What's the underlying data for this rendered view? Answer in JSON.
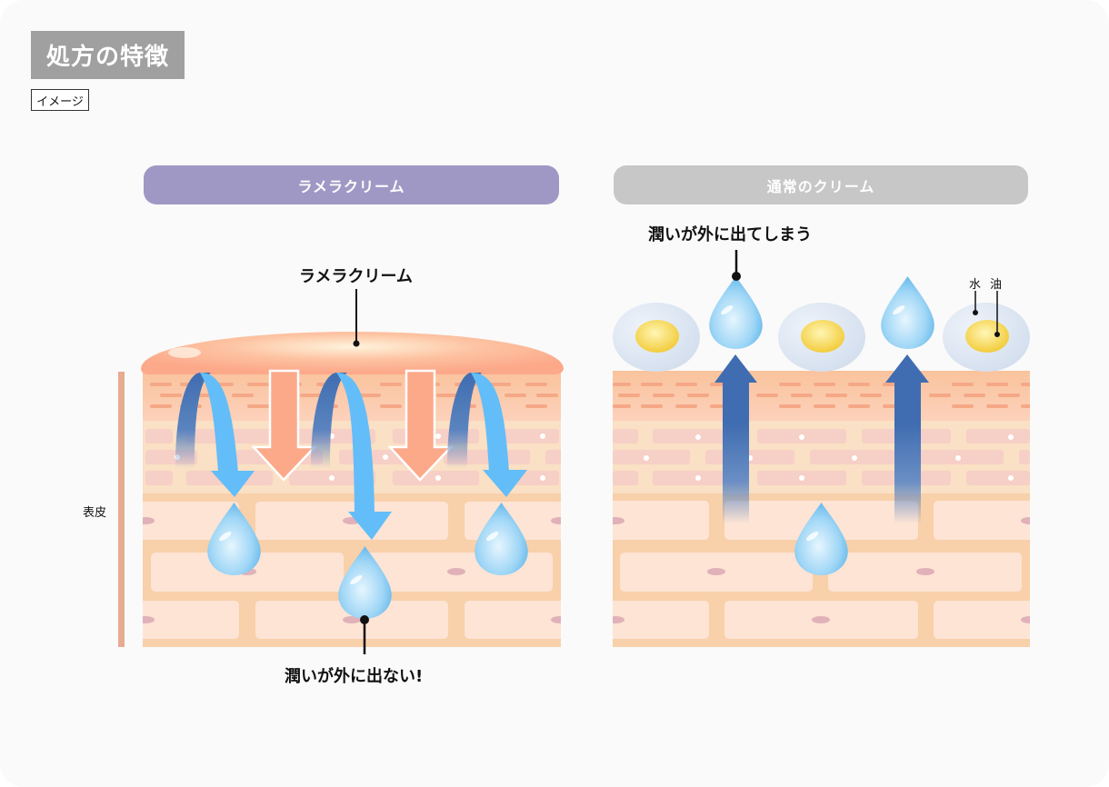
{
  "header": {
    "title": "処方の特徴",
    "image_tag": "イメージ"
  },
  "panels": {
    "lamellar": {
      "heading": "ラメラクリーム",
      "cream_label": "ラメラクリーム",
      "result_label": "潤いが外に出ない!",
      "heading_color": "#a098c4"
    },
    "normal": {
      "heading": "通常のクリーム",
      "result_label": "潤いが外に出てしまう",
      "water_label": "水",
      "oil_label": "油",
      "heading_color": "#c7c7c7"
    }
  },
  "side_label": "表皮",
  "colors": {
    "skin_base": "#f8d0aa",
    "cell": "#fde4d5",
    "cream": "#fca98a",
    "water_drop": "#7cc3f0",
    "arrow_light": "#63bdf8",
    "arrow_dark": "#406db1",
    "oil": "#f6d84b",
    "emulsion": "#d6e1ef"
  }
}
